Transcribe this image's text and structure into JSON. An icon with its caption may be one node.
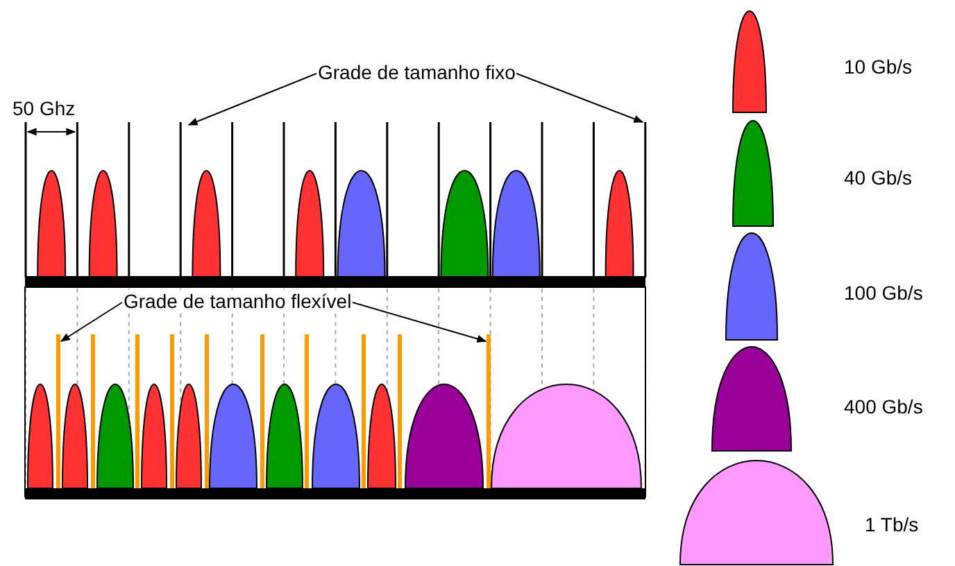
{
  "diagram": {
    "nodes": [
      {
        "text": [
          "Grade de tamanho fixo"
        ]
      },
      {
        "text": [
          "Grade de tamanho flexível"
        ]
      }
    ],
    "edges": [
      {
        "from": 0,
        "to": null,
        "arrow": "to"
      },
      {
        "from": 0,
        "to": null,
        "arrow": "to"
      },
      {
        "from": 1,
        "to": null,
        "arrow": "to"
      },
      {
        "from": 1,
        "to": null,
        "arrow": "to"
      }
    ],
    "labels": [
      "50 Ghz"
    ],
    "legend": [
      {
        "text": "10 Gb/s",
        "color": "#ff3333"
      },
      {
        "text": "40 Gb/s",
        "color": "#009900"
      },
      {
        "text": "100 Gb/s",
        "color": "#6666ff"
      },
      {
        "text": "400 Gb/s",
        "color": "#990099"
      },
      {
        "text": "1 Tb/s",
        "color": "#ff99ff"
      }
    ]
  }
}
